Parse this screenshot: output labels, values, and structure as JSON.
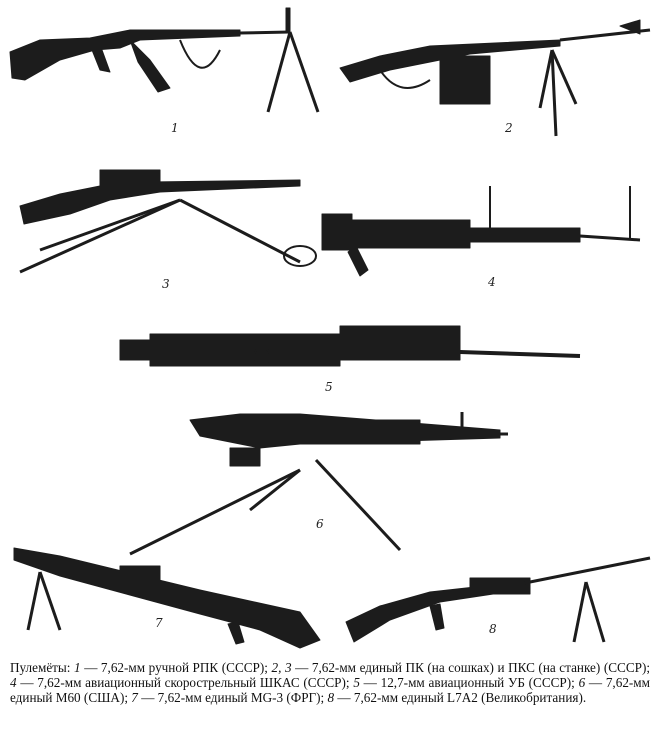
{
  "figures": [
    {
      "num": "1"
    },
    {
      "num": "2"
    },
    {
      "num": "3"
    },
    {
      "num": "4"
    },
    {
      "num": "5"
    },
    {
      "num": "6"
    },
    {
      "num": "7"
    },
    {
      "num": "8"
    }
  ],
  "caption": {
    "lead": "Пулемёты:",
    "items": [
      {
        "n": "1",
        "text": "— 7,62-мм ручной РПК (СССР);"
      },
      {
        "n": "2, 3",
        "text": "— 7,62-мм единый ПК (на сошках) и ПКС (на станке) (СССР);"
      },
      {
        "n": "4",
        "text": "— 7,62-мм авиационный скорострельный ШКАС (СССР);"
      },
      {
        "n": "5",
        "text": "— 12,7-мм авиационный УБ (СССР);"
      },
      {
        "n": "6",
        "text": "— 7,62-мм единый М60 (США);"
      },
      {
        "n": "7",
        "text": "— 7,62-мм единый MG-3 (ФРГ);"
      },
      {
        "n": "8",
        "text": "— 7,62-мм единый L7A2 (Великобритания)."
      }
    ]
  },
  "colors": {
    "ink": "#1a1a1a",
    "paper": "#ffffff"
  }
}
